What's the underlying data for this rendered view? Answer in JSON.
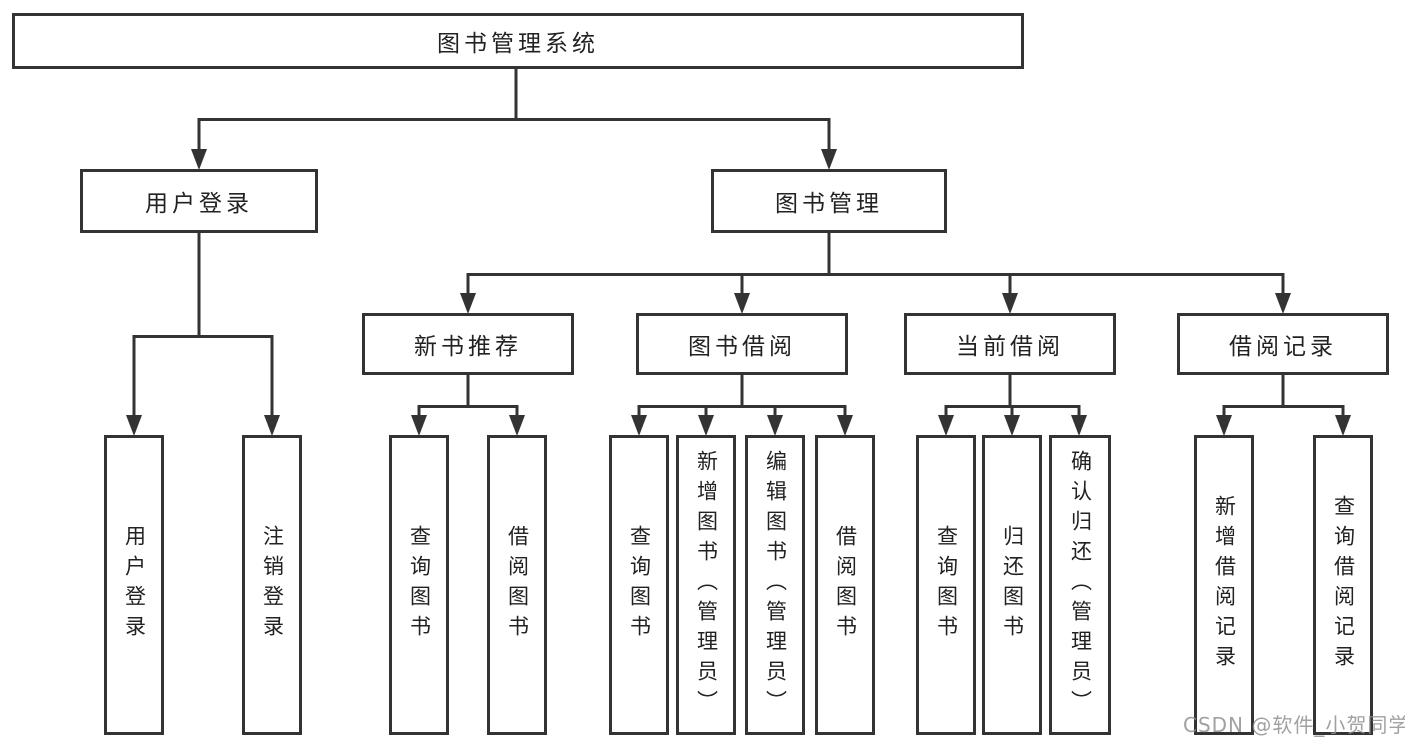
{
  "diagram": {
    "tree": {
      "root": {
        "label": "图书管理系统"
      },
      "user_login": {
        "label": "用户登录",
        "children": [
          {
            "label": "用户登录"
          },
          {
            "label": "注销登录"
          }
        ]
      },
      "book_management": {
        "label": "图书管理",
        "sections": {
          "new_book": {
            "label": "新书推荐",
            "children": [
              {
                "label": "查询图书"
              },
              {
                "label": "借阅图书"
              }
            ]
          },
          "borrow": {
            "label": "图书借阅",
            "children": [
              {
                "label": "查询图书"
              },
              {
                "label": "新增图书（管理员）"
              },
              {
                "label": "编辑图书（管理员）"
              },
              {
                "label": "借阅图书"
              }
            ]
          },
          "current": {
            "label": "当前借阅",
            "children": [
              {
                "label": "查询图书"
              },
              {
                "label": "归还图书"
              },
              {
                "label": "确认归还（管理员）"
              }
            ]
          },
          "records": {
            "label": "借阅记录",
            "children": [
              {
                "label": "新增借阅记录"
              },
              {
                "label": "查询借阅记录"
              }
            ]
          }
        }
      }
    },
    "colors": {
      "line": "#333333",
      "text": "#222222",
      "background": "#ffffff"
    }
  },
  "watermark": {
    "text": "CSDN @软件_小贺同学"
  }
}
